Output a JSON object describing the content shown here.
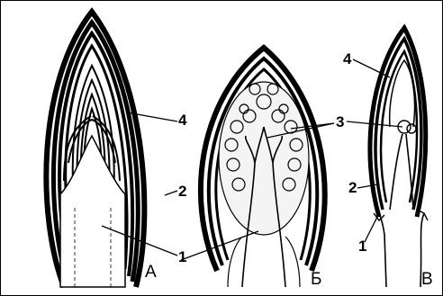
{
  "figure": {
    "panels": [
      {
        "letter": "А",
        "description_labels": [
          "1",
          "2",
          "4"
        ]
      },
      {
        "letter": "Б",
        "description_labels": [
          "1",
          "3"
        ]
      },
      {
        "letter": "В",
        "description_labels": [
          "1",
          "2",
          "3",
          "4"
        ]
      }
    ],
    "labels": {
      "a_4": "4",
      "a_2": "2",
      "a_1": "1",
      "b_3": "3",
      "b_1": "1",
      "c_4": "4",
      "c_2": "2",
      "c_1": "1",
      "letter_a": "А",
      "letter_b": "Б",
      "letter_c": "В"
    },
    "colors": {
      "ink": "#000000",
      "paper": "#ffffff"
    }
  }
}
